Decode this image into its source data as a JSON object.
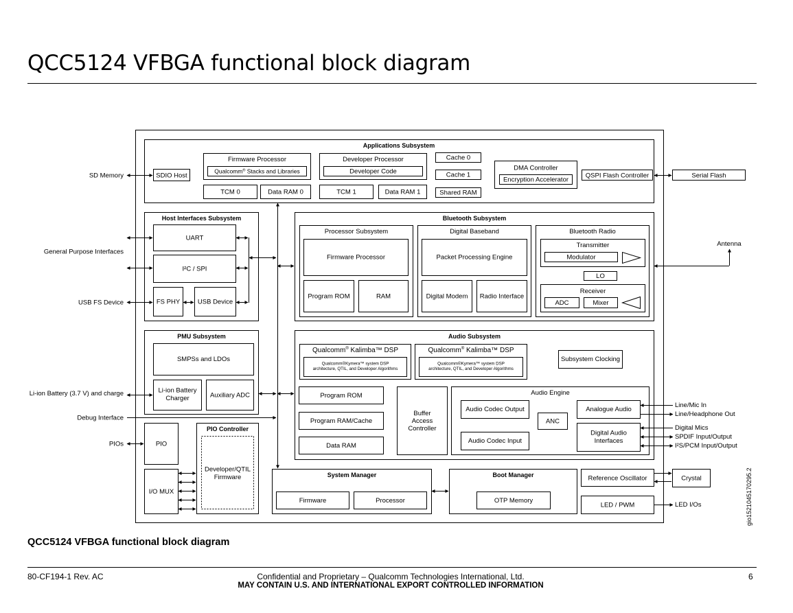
{
  "page": {
    "title": "QCC5124 VFBGA functional block diagram",
    "caption": "QCC5124 VFBGA functional block diagram",
    "footer_left": "80-CF194-1 Rev. AC",
    "footer_center": "Confidential and Proprietary – Qualcomm Technologies International, Ltd.",
    "footer_center_bold": "MAY CONTAIN U.S. AND INTERNATIONAL EXPORT CONTROLLED INFORMATION",
    "page_number": "6",
    "figure_id": "gio1521045170295.2"
  },
  "external": {
    "sd_memory": "SD Memory",
    "general_purpose_interfaces": "General Purpose Interfaces",
    "usb_fs_device": "USB FS Device",
    "li_ion_battery": "Li-ion Battery (3.7 V) and charge",
    "debug_interface": "Debug Interface",
    "pios": "PIOs",
    "serial_flash": "Serial Flash",
    "antenna": "Antenna",
    "line_mic_in": "Line/Mic In",
    "line_headphone_out": "Line/Headphone Out",
    "digital_mics": "Digital Mics",
    "spdif": "SPDIF Input/Output",
    "i2s_pcm": "I²S/PCM Input/Output",
    "crystal": "Crystal",
    "led_ios": "LED I/Os"
  },
  "apps": {
    "title": "Applications Subsystem",
    "sdio_host": "SDIO Host",
    "firmware_processor": "Firmware Processor",
    "qc_stacks_prefix": "Qualcomm",
    "reg_mark": "®",
    "qc_stacks_suffix": " Stacks and Libraries",
    "developer_processor": "Developer Processor",
    "developer_code": "Developer Code",
    "cache0": "Cache 0",
    "cache1": "Cache 1",
    "shared_ram": "Shared RAM",
    "tcm0": "TCM 0",
    "data_ram0": "Data RAM 0",
    "tcm1": "TCM 1",
    "data_ram1": "Data RAM 1",
    "dma_controller": "DMA Controller",
    "encryption_accelerator": "Encryption Accelerator",
    "qspi_flash_controller": "QSPI Flash Controller"
  },
  "host": {
    "title": "Host Interfaces Subsystem",
    "uart": "UART",
    "i2c_spi": "I²C / SPI",
    "fs_phy": "FS PHY",
    "usb_device": "USB Device"
  },
  "bt": {
    "title": "Bluetooth Subsystem",
    "processor_subsystem": "Processor Subsystem",
    "firmware_processor": "Firmware Processor",
    "program_rom": "Program ROM",
    "ram": "RAM",
    "digital_baseband": "Digital Baseband",
    "packet_processing_engine": "Packet Processing Engine",
    "digital_modem": "Digital Modem",
    "radio_interface": "Radio Interface",
    "bluetooth_radio": "Bluetooth Radio",
    "transmitter": "Transmitter",
    "modulator": "Modulator",
    "lo": "LO",
    "receiver": "Receiver",
    "adc": "ADC",
    "mixer": "Mixer"
  },
  "pmu": {
    "title": "PMU Subsystem",
    "smps": "SMPSs and LDOs",
    "charger_line1": "Li-ion Battery",
    "charger_line2": "Charger",
    "aux_adc": "Auxiliary ADC"
  },
  "audio": {
    "title": "Audio Subsystem",
    "kalimba_prefix": "Qualcomm",
    "reg_mark": "®",
    "kalimba_suffix": " Kalimba™  DSP",
    "kymera_line1": "Qualcomm®Kymera™  system DSP",
    "kymera_line2": "architecture, QTIL, and Developer Algorithms",
    "subsystem_clocking": "Subsystem Clocking",
    "program_rom": "Program ROM",
    "program_ram_cache": "Program RAM/Cache",
    "data_ram": "Data RAM",
    "buffer_line1": "Buffer",
    "buffer_line2": "Access",
    "buffer_line3": "Controller",
    "audio_engine": "Audio Engine",
    "codec_output": "Audio Codec Output",
    "codec_input": "Audio Codec Input",
    "anc": "ANC",
    "analogue_audio": "Analogue Audio",
    "dai_line1": "Digital Audio",
    "dai_line2": "Interfaces"
  },
  "pio": {
    "pio": "PIO",
    "io_mux": "I/O MUX",
    "controller": "PIO Controller",
    "fw_line1": "Developer/QTIL",
    "fw_line2": "Firmware"
  },
  "system": {
    "system_manager": "System Manager",
    "firmware": "Firmware",
    "processor": "Processor",
    "boot_manager": "Boot Manager",
    "otp_memory": "OTP Memory",
    "reference_oscillator": "Reference Oscillator",
    "led_pwm": "LED / PWM"
  }
}
